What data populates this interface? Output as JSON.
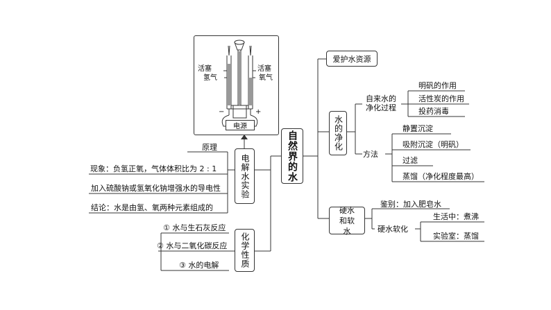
{
  "center": "自然界的水",
  "left": {
    "electrolysis": {
      "title": "电解水实验",
      "items": [
        "原理",
        "现象：负氢正氧，气体体积比为 2 : 1",
        "加入硫酸钠或氢氧化钠增强水的导电性",
        "结论：水是由氢、氧两种元素组成的"
      ],
      "apparatus": {
        "left_valve": "活塞",
        "left_gas": "氢气",
        "right_valve": "活塞",
        "right_gas": "氧气",
        "minus": "−",
        "plus": "+",
        "power": "电源"
      }
    },
    "chemical": {
      "title": "化学性质",
      "items": [
        "① 水与生石灰反应",
        "② 水与二氧化碳反应",
        "③ 水的电解"
      ]
    }
  },
  "right": {
    "protect": "爱护水资源",
    "purify": {
      "title": "水的净化",
      "tap_water": {
        "label": "自来水的净化过程",
        "items": [
          "明矾的作用",
          "活性炭的作用",
          "投药消毒"
        ]
      },
      "methods": {
        "label": "方法",
        "items": [
          "静置沉淀",
          "吸附沉淀（明矾）",
          "过滤",
          "蒸馏（净化程度最高）"
        ]
      }
    },
    "hard_water": {
      "title": "硬水和软水",
      "identify": "鉴别：加入肥皂水",
      "softening": {
        "label": "硬水软化",
        "items": [
          "生活中：煮沸",
          "实验室：蒸馏"
        ]
      }
    }
  }
}
